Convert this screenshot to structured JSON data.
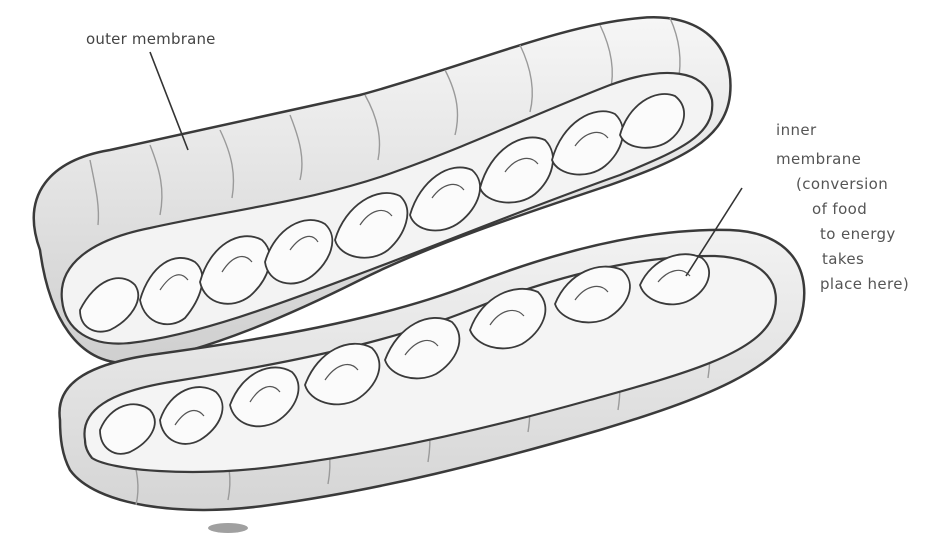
{
  "labels": {
    "outer_membrane": "outer membrane",
    "inner_membrane_lines": [
      "inner",
      "membrane",
      "(conversion",
      "of food",
      "to energy",
      "takes",
      "place here)"
    ]
  },
  "colors": {
    "outline": "#3a3a3a",
    "membrane_fill": "#efefef",
    "cristae_fill": "#f7f7f7",
    "shadow": "#cfcfcf",
    "leader_line": "#333333",
    "label_text": "#444444"
  }
}
